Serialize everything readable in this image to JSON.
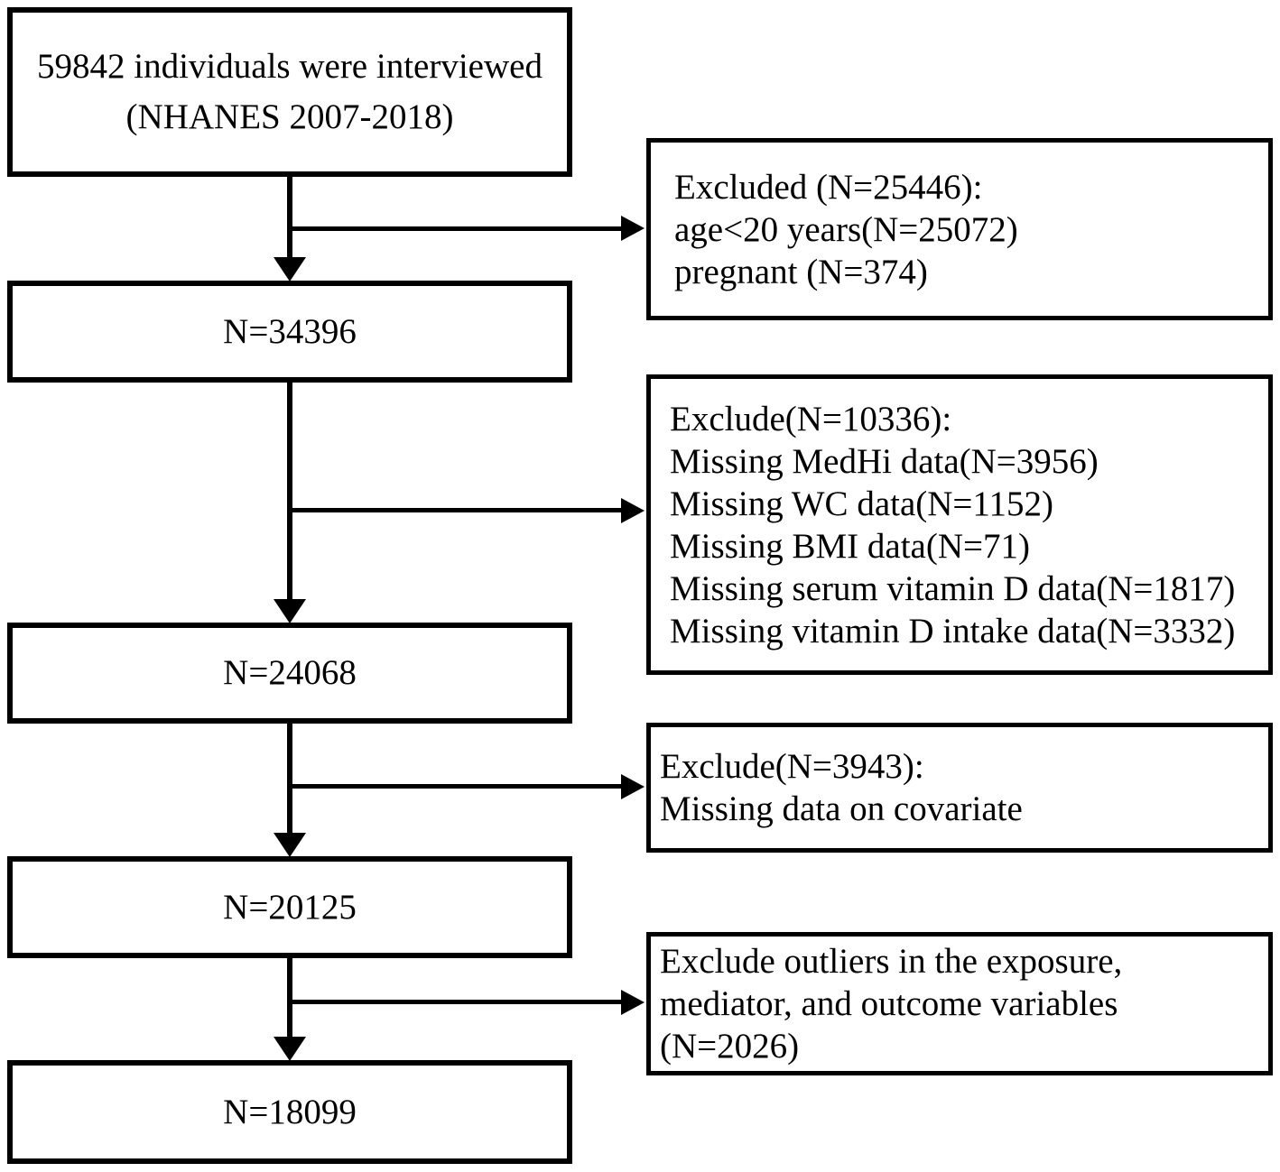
{
  "diagram": {
    "colors": {
      "background": "#ffffff",
      "box_border": "#000000",
      "arrow": "#000000",
      "text": "#000000"
    },
    "cohort_boxes": [
      {
        "lines": [
          "59842 individuals were interviewed",
          "(NHANES 2007-2018)"
        ]
      },
      {
        "label": "N=34396"
      },
      {
        "label": "N=24068"
      },
      {
        "label": "N=20125"
      },
      {
        "label": "N=18099"
      }
    ],
    "exclusion_boxes": [
      {
        "lines": [
          "Excluded (N=25446):",
          "age<20 years(N=25072)",
          "pregnant (N=374)"
        ]
      },
      {
        "lines": [
          "Exclude(N=10336):",
          "Missing MedHi data(N=3956)",
          "Missing WC data(N=1152)",
          "Missing BMI data(N=71)",
          "Missing serum vitamin D data(N=1817)",
          "Missing vitamin D intake data(N=3332)"
        ]
      },
      {
        "lines": [
          "Exclude(N=3943):",
          "Missing data on covariate"
        ]
      },
      {
        "lines": [
          "Exclude outliers in the exposure,",
          "mediator, and outcome variables",
          "(N=2026)"
        ]
      }
    ]
  }
}
